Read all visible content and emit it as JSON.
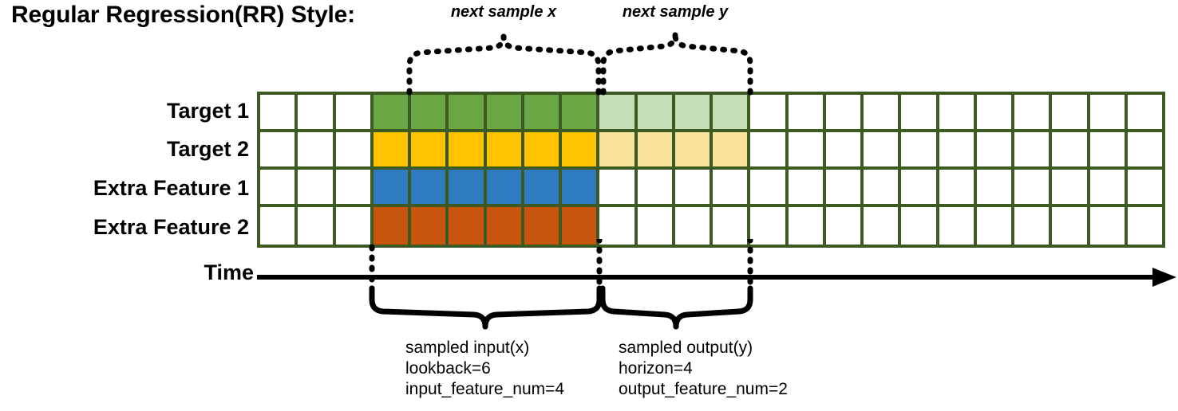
{
  "title": "Regular Regression(RR) Style:",
  "rows": [
    {
      "label": "Target 1",
      "name": "row-target-1"
    },
    {
      "label": "Target 2",
      "name": "row-target-2"
    },
    {
      "label": "Extra Feature 1",
      "name": "row-extra-feature-1"
    },
    {
      "label": "Extra Feature 2",
      "name": "row-extra-feature-2"
    }
  ],
  "grid": {
    "columns": 24,
    "rows": 4,
    "cell_fills": [
      [
        "white",
        "white",
        "white",
        "green",
        "green",
        "green",
        "green",
        "green",
        "green",
        "lgreen",
        "lgreen",
        "lgreen",
        "lgreen",
        "white",
        "white",
        "white",
        "white",
        "white",
        "white",
        "white",
        "white",
        "white",
        "white",
        "white"
      ],
      [
        "white",
        "white",
        "white",
        "yellow",
        "yellow",
        "yellow",
        "yellow",
        "yellow",
        "yellow",
        "lyellow",
        "lyellow",
        "lyellow",
        "lyellow",
        "white",
        "white",
        "white",
        "white",
        "white",
        "white",
        "white",
        "white",
        "white",
        "white",
        "white"
      ],
      [
        "white",
        "white",
        "white",
        "blue",
        "blue",
        "blue",
        "blue",
        "blue",
        "blue",
        "white",
        "white",
        "white",
        "white",
        "white",
        "white",
        "white",
        "white",
        "white",
        "white",
        "white",
        "white",
        "white",
        "white",
        "white"
      ],
      [
        "white",
        "white",
        "white",
        "orange",
        "orange",
        "orange",
        "orange",
        "orange",
        "orange",
        "white",
        "white",
        "white",
        "white",
        "white",
        "white",
        "white",
        "white",
        "white",
        "white",
        "white",
        "white",
        "white",
        "white",
        "white"
      ]
    ]
  },
  "colors": {
    "border": "#3c5a22",
    "green": "#6ba644",
    "light_green": "#c5deb5",
    "yellow": "#ffc300",
    "light_yellow": "#fce39d",
    "blue": "#2e7cbf",
    "orange": "#c8560f",
    "white": "#ffffff",
    "annotation": "#000000"
  },
  "time_axis": {
    "label": "Time"
  },
  "top_annotations": [
    {
      "text": "next sample x",
      "name": "next-sample-x-label"
    },
    {
      "text": "next sample y",
      "name": "next-sample-y-label"
    }
  ],
  "bottom_annotations": [
    {
      "name": "sampled-input-caption",
      "line1": "sampled input(x)",
      "line2": "lookback=6",
      "line3": "input_feature_num=4"
    },
    {
      "name": "sampled-output-caption",
      "line1": "sampled output(y)",
      "line2": "horizon=4",
      "line3": "output_feature_num=2"
    }
  ]
}
